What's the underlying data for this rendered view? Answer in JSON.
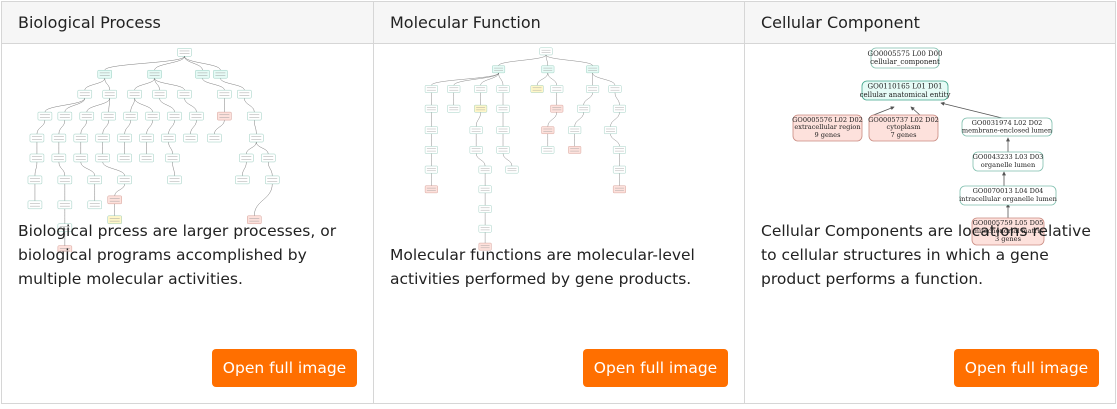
{
  "cards": [
    {
      "title": "Biological Process",
      "description": "Biological prcess are larger processes, or biological programs accomplished by multiple molecular activities.",
      "button_label": "Open full image"
    },
    {
      "title": "Molecular Function",
      "description": "Molecular functions are molecular-level activities performed by gene products.",
      "button_label": "Open full image"
    },
    {
      "title": "Cellular Component",
      "description": "Cellular Components are locations relative to cellular structures in which a gene product performs a function.",
      "button_label": "Open full image",
      "graph": [
        {
          "id": "GO0005575 L00 D00",
          "name": "cellular_component"
        },
        {
          "id": "GO0110165 L01 D01",
          "name": "cellular anatomical entity"
        },
        {
          "id": "GO0005576 L02 D02",
          "name": "extracellular region",
          "genes": "9 genes"
        },
        {
          "id": "GO0005737 L02 D02",
          "name": "cytoplasm",
          "genes": "7 genes"
        },
        {
          "id": "GO0031974 L02 D02",
          "name": "membrane-enclosed lumen"
        },
        {
          "id": "GO0043233 L03 D03",
          "name": "organelle lumen"
        },
        {
          "id": "GO0070013 L04 D04",
          "name": "intracellular organelle lumen"
        },
        {
          "id": "GO0005759 L05 D05",
          "name": "mitochondrial matrix",
          "genes": "3 genes"
        }
      ]
    }
  ],
  "colors": {
    "accent": "#ff6f00",
    "header_bg": "#f6f6f6",
    "border": "#d6d6d6",
    "node_plain": "#ffffff",
    "node_root": "#e6fbf6",
    "node_gene": "#fde1dc",
    "node_highlight": "#fff7c9",
    "node_stroke": "#7fbfae"
  }
}
